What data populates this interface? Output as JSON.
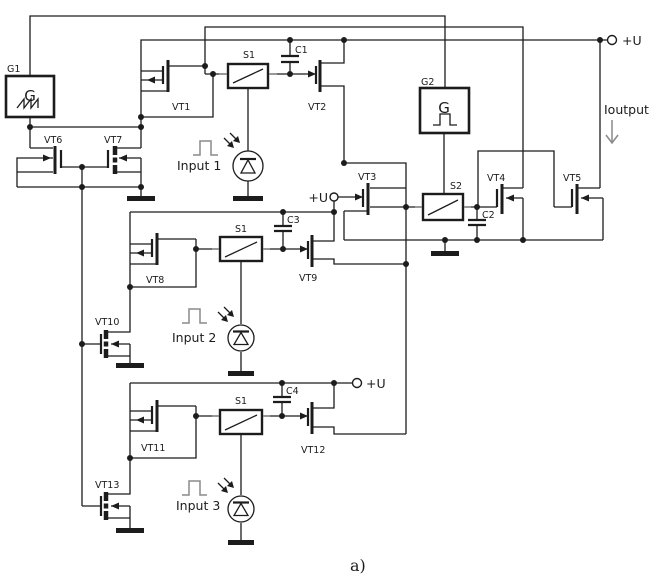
{
  "diagram": {
    "caption": "a)",
    "generators": [
      {
        "id": "G1",
        "symbol": "G",
        "waveform": "sawtooth"
      },
      {
        "id": "G2",
        "symbol": "G",
        "waveform": "pulse"
      }
    ],
    "switches": [
      {
        "id": "S1"
      },
      {
        "id": "S1"
      },
      {
        "id": "S1"
      },
      {
        "id": "S2"
      }
    ],
    "capacitors": [
      {
        "id": "C1"
      },
      {
        "id": "C2"
      },
      {
        "id": "C3"
      },
      {
        "id": "C4"
      }
    ],
    "transistors": [
      {
        "id": "VT1"
      },
      {
        "id": "VT2"
      },
      {
        "id": "VT3"
      },
      {
        "id": "VT4"
      },
      {
        "id": "VT5"
      },
      {
        "id": "VT6"
      },
      {
        "id": "VT7"
      },
      {
        "id": "VT8"
      },
      {
        "id": "VT9"
      },
      {
        "id": "VT10"
      },
      {
        "id": "VT11"
      },
      {
        "id": "VT12"
      },
      {
        "id": "VT13"
      }
    ],
    "inputs": [
      {
        "label": "Input 1"
      },
      {
        "label": "Input 2"
      },
      {
        "label": "Input 3"
      }
    ],
    "power_terminals": [
      {
        "label": "+U"
      },
      {
        "label": "+U"
      },
      {
        "label": "+U"
      }
    ],
    "output": {
      "label": "Ioutput"
    },
    "colors": {
      "wire": "#1c1c1c",
      "accent_gray": "#8a8a8a",
      "background": "#ffffff"
    }
  }
}
